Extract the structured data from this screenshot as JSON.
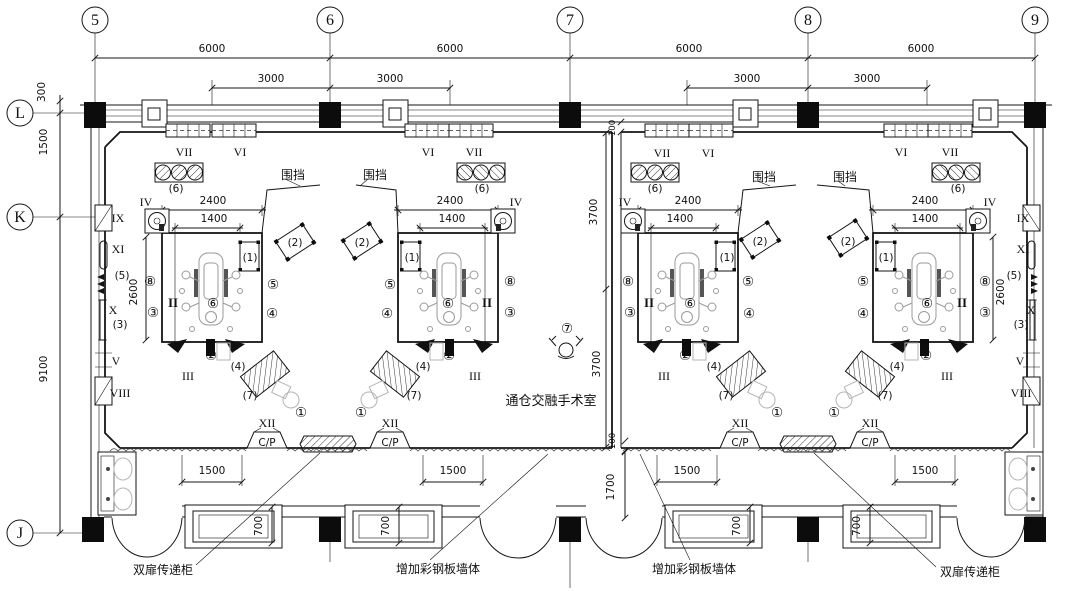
{
  "grid": {
    "top": [
      "5",
      "6",
      "7",
      "8",
      "9"
    ],
    "side": [
      "L",
      "K",
      "J"
    ]
  },
  "dims": {
    "bay": "6000",
    "half": "3000",
    "off": "300",
    "lk": "1500",
    "kj": "9100",
    "mod_w": "2400",
    "mod_in": "1400",
    "mod_h": "2600",
    "room_half": "3700",
    "wall": "100",
    "door": "1700",
    "opening": "1500",
    "depth": "700"
  },
  "room": {
    "name": "通仓交融手术室"
  },
  "labels": {
    "fence": "围挡",
    "steel_wall": "增加彩钢板墙体",
    "transfer_cabinet": "双扉传递柜",
    "cp": "C/P"
  },
  "marks": {
    "II": "II",
    "III": "III",
    "IV": "IV",
    "V": "V",
    "VI": "VI",
    "VII": "VII",
    "VIII": "VIII",
    "IX": "IX",
    "X": "X",
    "XI": "XI",
    "XII": "XII",
    "p1": "(1)",
    "p2": "(2)",
    "p3": "(3)",
    "p4": "(4)",
    "p5": "(5)",
    "p6": "(6)",
    "p7": "(7)",
    "c1": "①",
    "c2": "②",
    "c3": "③",
    "c4": "④",
    "c5": "⑤",
    "c6": "⑥",
    "c7": "⑦",
    "c8": "⑧"
  }
}
